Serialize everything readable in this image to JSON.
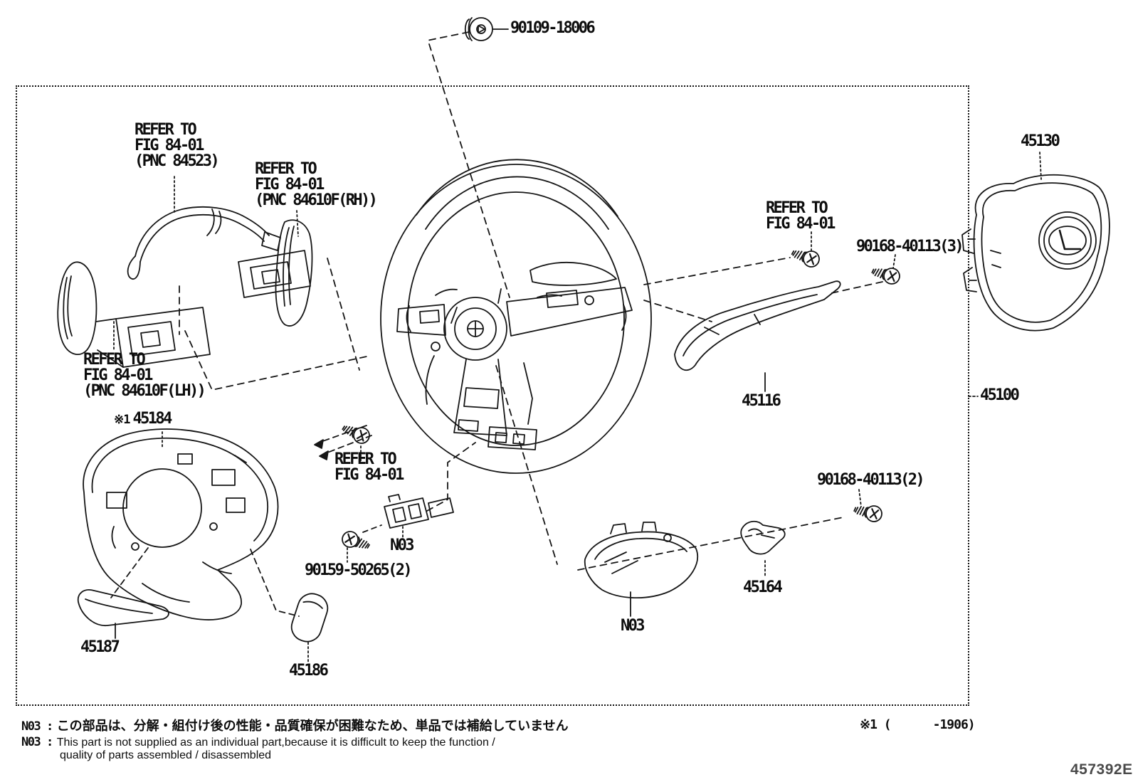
{
  "diagram": {
    "doc_code": "457392E",
    "applicability": "※1 (      -1906)"
  },
  "callouts": {
    "bolt_top": "90109-18006",
    "screw_mid": "90159-50265(2)",
    "screw_right3": "90168-40113(3)",
    "screw_right2": "90168-40113(2)",
    "airbag": "45130",
    "wheel_assy": "45100",
    "cover_lower_no2": "45116",
    "column_cover_marker": "※1",
    "column_cover": "45184",
    "bracket": "45164",
    "cover_no3": "45186",
    "cover_no2": "45187",
    "n03_switch": "N03",
    "n03_cover": "N03"
  },
  "refer_blocks": {
    "spiral_cable": {
      "l1": "REFER TO",
      "l2": "FIG 84-01",
      "l3": "(PNC 84523)"
    },
    "paddle_rh": {
      "l1": "REFER TO",
      "l2": "FIG 84-01",
      "l3": "(PNC 84610F(RH))"
    },
    "paddle_lh": {
      "l1": "REFER TO",
      "l2": "FIG 84-01",
      "l3": "(PNC 84610F(LH))"
    },
    "switch_mid": {
      "l1": "REFER TO",
      "l2": "FIG 84-01"
    },
    "horn_top": {
      "l1": "REFER TO",
      "l2": "FIG 84-01"
    }
  },
  "notes": {
    "jp_code": "N03 :",
    "jp_text": "この部品は、分解・組付け後の性能・品質確保が困難なため、単品では補給していません",
    "en_code": "N03 :",
    "en_line1": "This part is not supplied as an individual part,because it is difficult to keep the function /",
    "en_line2": "quality of parts assembled / disassembled"
  }
}
